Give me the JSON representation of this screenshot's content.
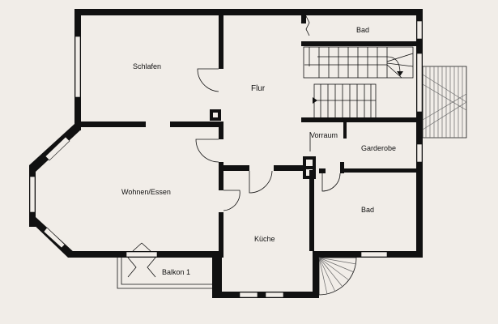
{
  "rooms": {
    "schlafen": "Schlafen",
    "flur": "Flur",
    "bad_top": "Bad",
    "vorraum": "Vorraum",
    "garderobe": "Garderobe",
    "wohnen": "Wohnen/Essen",
    "bad_bottom": "Bad",
    "kueche": "Küche",
    "balkon": "Balkon 1"
  },
  "colors": {
    "background": "#f1ede8",
    "wall": "#111111",
    "hatch": "#6a6a6a"
  }
}
